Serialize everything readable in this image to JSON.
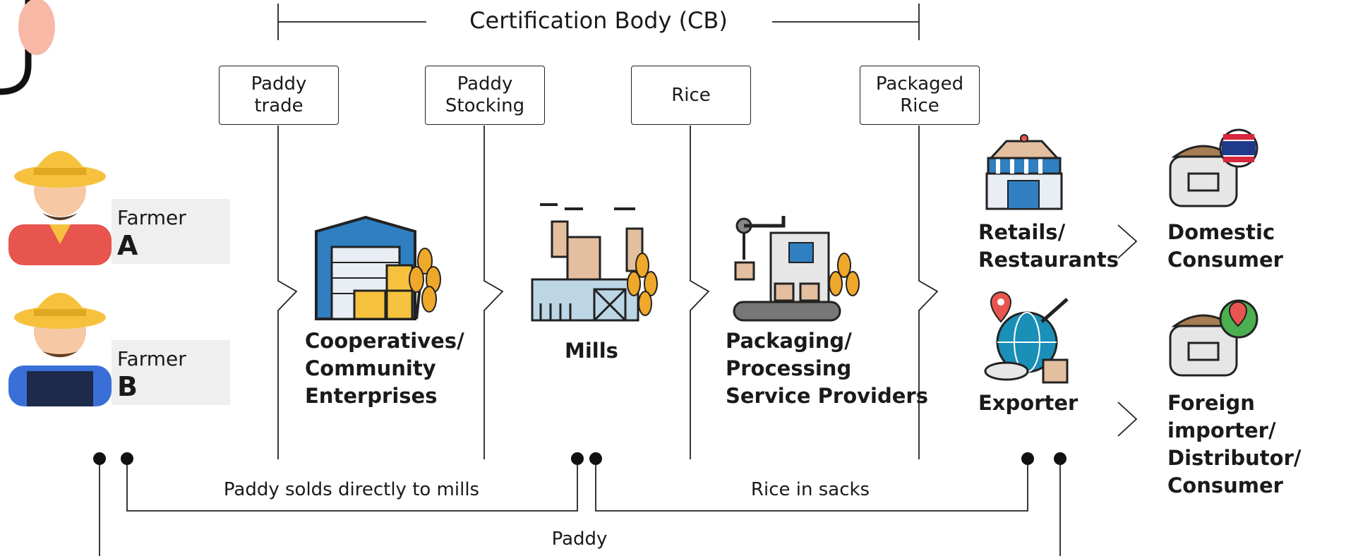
{
  "certification_body": {
    "label": "Certification Body (CB)"
  },
  "stages": [
    {
      "label": "Paddy\ntrade"
    },
    {
      "label": "Paddy\nStocking"
    },
    {
      "label": "Rice"
    },
    {
      "label": "Packaged\nRice"
    }
  ],
  "farmers": [
    {
      "word": "Farmer",
      "letter": "A",
      "shirt_color": "#e8554e"
    },
    {
      "word": "Farmer",
      "letter": "B",
      "shirt_color": "#3b6fd8"
    }
  ],
  "entities": {
    "cooperatives": "Cooperatives/\nCommunity\nEnterprises",
    "mills": "Mills",
    "packaging": "Packaging/\nProcessing\nService Providers",
    "retails": "Retails/\nRestaurants",
    "exporter": "Exporter",
    "domestic": "Domestic\nConsumer",
    "foreign": "Foreign importer/\nDistributor/\nConsumer"
  },
  "flows": {
    "paddy_to_mills": "Paddy solds directly to mills",
    "rice_in_sacks": "Rice in sacks",
    "paddy": "Paddy"
  },
  "icons": {
    "warehouse": "warehouse-icon",
    "mill": "mill-factory-icon",
    "packaging": "packaging-machine-icon",
    "shop": "shop-icon",
    "globe": "globe-export-icon",
    "rice_cooker": "rice-cooker-icon"
  },
  "colors": {
    "line": "#222222",
    "tag_bg": "#efefef",
    "hat": "#f6c23e",
    "wheat": "#f0a82a",
    "blue": "#2f7fc1",
    "teal": "#1a8fb8"
  }
}
